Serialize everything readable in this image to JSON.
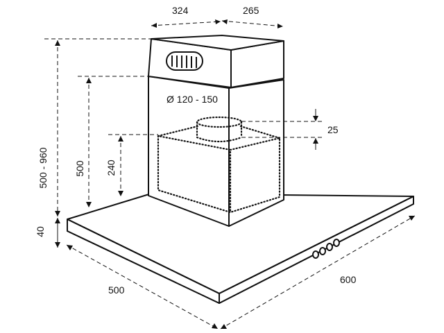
{
  "diagram": {
    "dimensions": {
      "chimney_width": "324",
      "chimney_depth": "265",
      "duct_diameter": "Ø 120 - 150",
      "duct_collar_height": "25",
      "total_height_range": "500 - 960",
      "chimney_lower_height": "500",
      "motor_box_height": "240",
      "canopy_thickness": "40",
      "canopy_depth": "500",
      "canopy_width": "600"
    },
    "colors": {
      "line": "#111111",
      "background": "#ffffff"
    },
    "controls": {
      "button_count": 4
    }
  }
}
